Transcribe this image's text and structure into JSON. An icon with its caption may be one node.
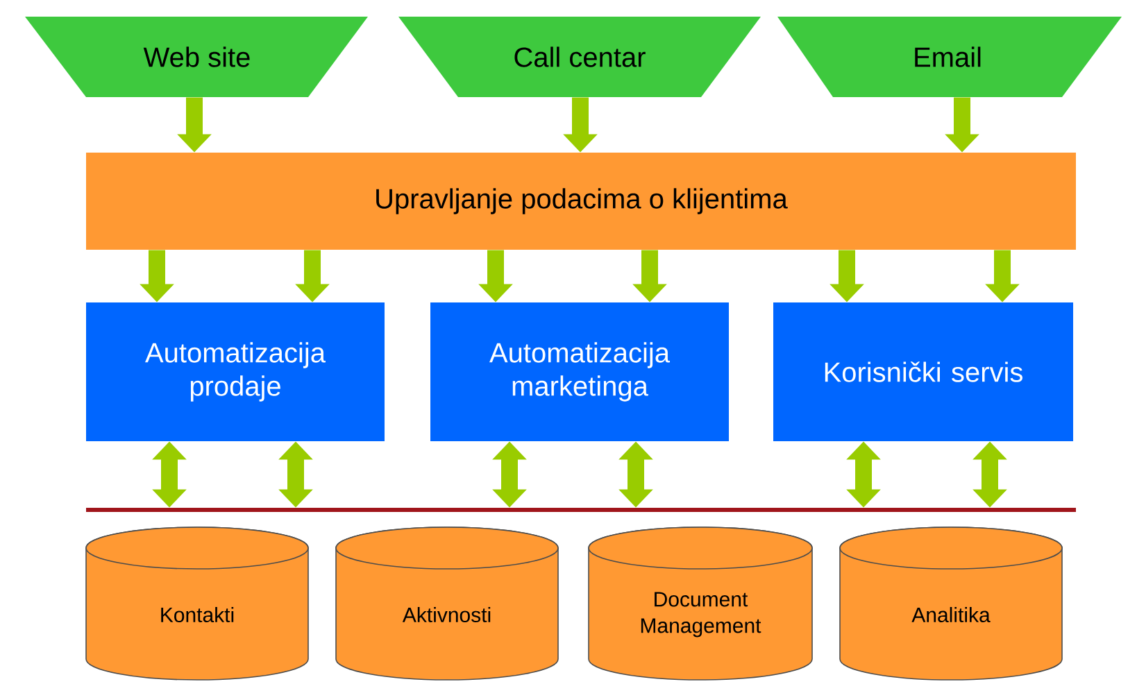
{
  "diagram": {
    "nodes": [
      {
        "text": [
          "Web site"
        ]
      },
      {
        "text": [
          "Call centar"
        ]
      },
      {
        "text": [
          "Email"
        ]
      },
      {
        "text": [
          "Upravljanje podacima o klijentima"
        ]
      },
      {
        "text": [
          "Automatizacija prodaje"
        ]
      },
      {
        "text": [
          "Automatizacija marketinga"
        ]
      },
      {
        "text": [
          "Korisnički servis"
        ]
      },
      {
        "text": [],
        "shape": "bar"
      },
      {
        "text": [
          "Kontakti"
        ]
      },
      {
        "text": [
          "Aktivnosti"
        ]
      },
      {
        "text": [
          "Document Management"
        ]
      },
      {
        "text": [
          "Analitika"
        ]
      }
    ],
    "edges": [
      {
        "from": 0,
        "to": 3,
        "arrow": "to"
      },
      {
        "from": 1,
        "to": 3,
        "arrow": "to"
      },
      {
        "from": 2,
        "to": 3,
        "arrow": "to"
      },
      {
        "from": 3,
        "to": 4,
        "arrow": "to"
      },
      {
        "from": 3,
        "to": 4,
        "arrow": "to"
      },
      {
        "from": 3,
        "to": 5,
        "arrow": "to"
      },
      {
        "from": 3,
        "to": 5,
        "arrow": "to"
      },
      {
        "from": 3,
        "to": 6,
        "arrow": "to"
      },
      {
        "from": 3,
        "to": 6,
        "arrow": "to"
      },
      {
        "from": 4,
        "to": 7,
        "arrow": "both"
      },
      {
        "from": 4,
        "to": 7,
        "arrow": "both"
      },
      {
        "from": 5,
        "to": 7,
        "arrow": "both"
      },
      {
        "from": 5,
        "to": 7,
        "arrow": "both"
      },
      {
        "from": 6,
        "to": 7,
        "arrow": "both"
      },
      {
        "from": 6,
        "to": 7,
        "arrow": "both"
      }
    ]
  }
}
